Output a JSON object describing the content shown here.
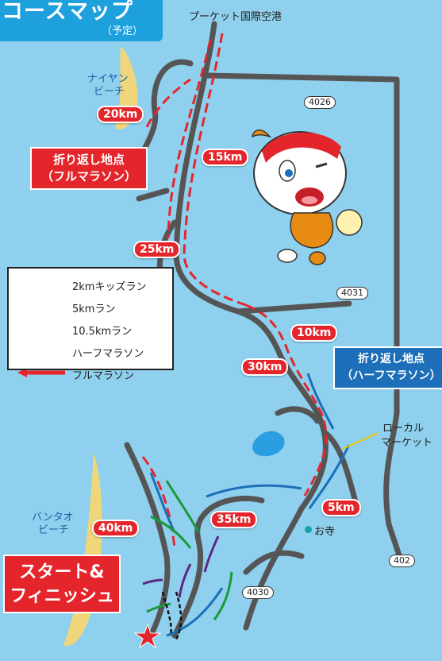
{
  "title": {
    "main": "コースマップ",
    "sub": "（予定）"
  },
  "places": {
    "airport": "プーケット国際空港",
    "nai_yang": [
      "ナイヤン",
      "ビーチ"
    ],
    "bang_tao": [
      "バンタオ",
      "ビーチ"
    ],
    "local_market": [
      "ローカル",
      "マーケット"
    ],
    "temple": "お寺"
  },
  "turnaround": {
    "full": [
      "折り返し地点",
      "（フルマラソン）"
    ],
    "half": [
      "折り返し地点",
      "（ハーフマラソン）"
    ]
  },
  "start_finish": [
    "スタート&",
    "フィニッシュ"
  ],
  "distance_markers": [
    "20km",
    "15km",
    "25km",
    "10km",
    "30km",
    "5km",
    "35km",
    "40km"
  ],
  "route_numbers": [
    "4026",
    "4031",
    "4030",
    "402"
  ],
  "legend": [
    {
      "label": "2kmキッズラン",
      "color": "#111111",
      "icon": "black-dashed-arrow"
    },
    {
      "label": "5kmラン",
      "color": "#5a2a82",
      "icon": "purple-arrow"
    },
    {
      "label": "10.5kmラン",
      "color": "#1a9a3a",
      "icon": "green-arrow"
    },
    {
      "label": "ハーフマラソン",
      "color": "#1c6fb8",
      "icon": "blue-arrow"
    },
    {
      "label": "フルマラソン",
      "color": "#e4262c",
      "icon": "red-arrow"
    }
  ]
}
